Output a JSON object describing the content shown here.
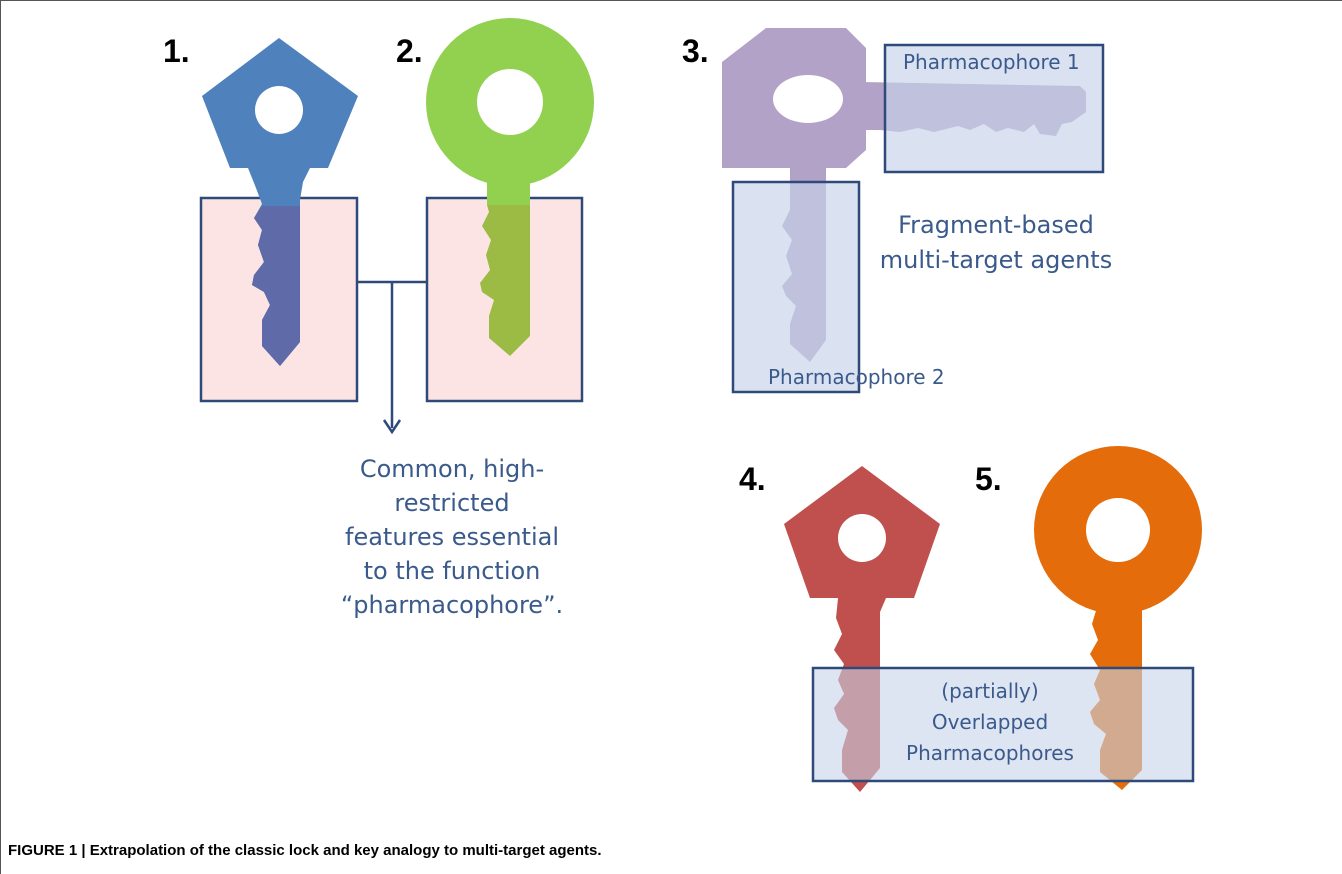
{
  "figure": {
    "keys": [
      {
        "number": "1.",
        "shape": "pentagon",
        "color": "#4f81bd"
      },
      {
        "number": "2.",
        "shape": "circle",
        "color": "#92d050"
      },
      {
        "number": "3.",
        "shape": "octagon-double-key",
        "color": "#b3a2c7"
      },
      {
        "number": "4.",
        "shape": "pentagon",
        "color": "#c0504d"
      },
      {
        "number": "5.",
        "shape": "circle",
        "color": "#e46c0a"
      }
    ],
    "labels": {
      "pharmacophore_1": "Pharmacophore  1",
      "pharmacophore_2": "Pharmacophore  2",
      "fragment_line1": "Fragment-based",
      "fragment_line2": "multi-target agents",
      "common_lines": [
        "Common, high-",
        "restricted",
        "features  essential",
        "to the function",
        "“pharmacophore”."
      ],
      "overlap_lines": [
        "(partially)",
        "Overlapped",
        "Pharmacophores"
      ]
    },
    "colors": {
      "label_text": "#3b5a8c",
      "box_border": "#2e4a7a",
      "lock_fill": "#fde4e4",
      "highlight_fill": "#c6d3ea"
    }
  },
  "caption": "FIGURE 1 | Extrapolation of the classic lock and key analogy to multi-target agents."
}
